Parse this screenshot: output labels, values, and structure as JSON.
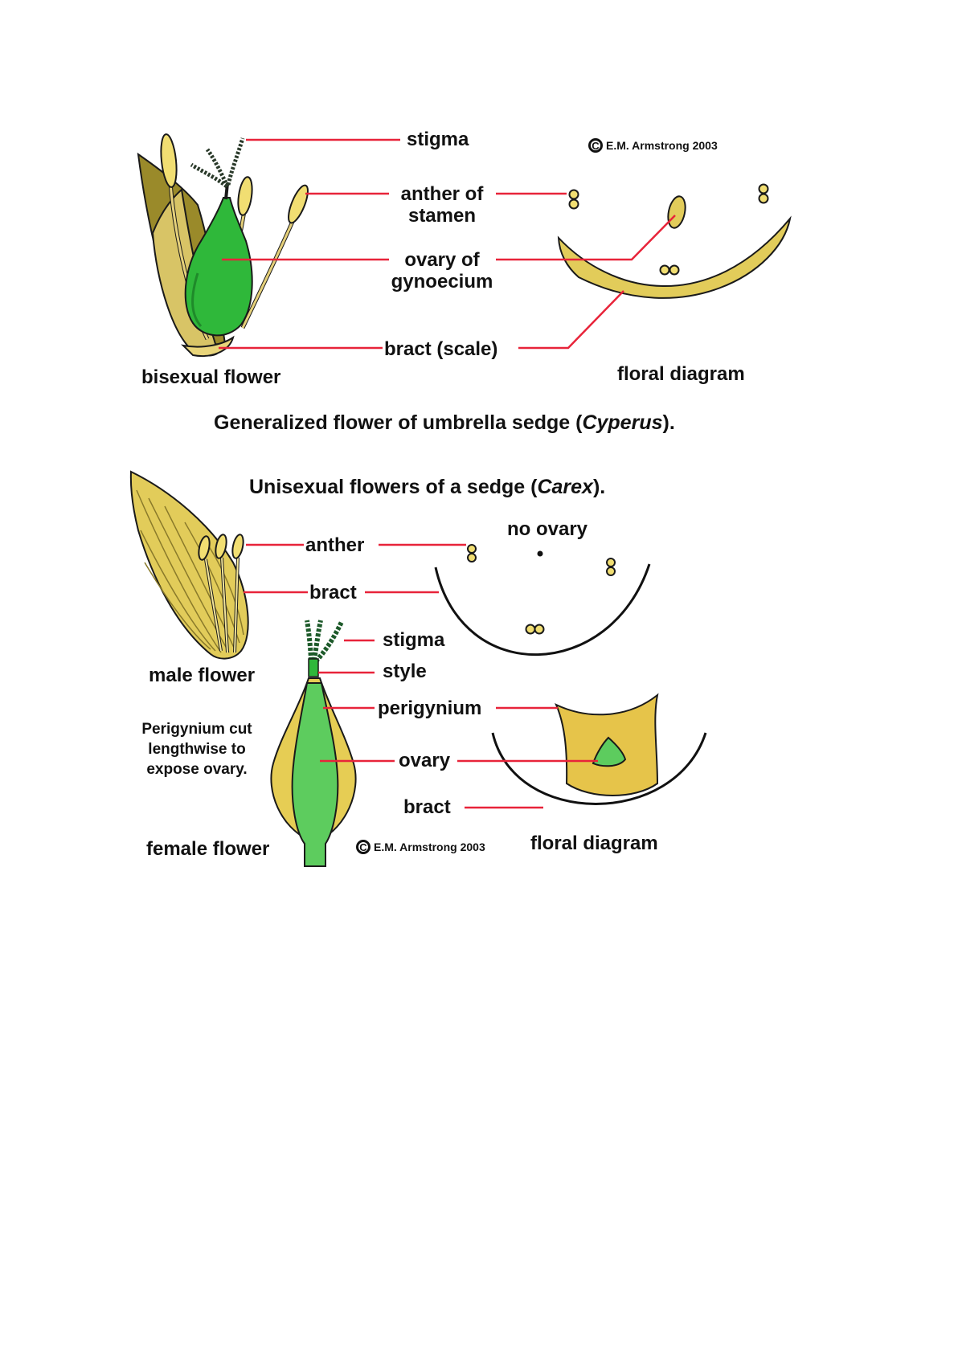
{
  "top": {
    "labels": {
      "stigma": "stigma",
      "anther_line1": "anther of",
      "anther_line2": "stamen",
      "ovary_line1": "ovary of",
      "ovary_line2": "gynoecium",
      "bract": "bract (scale)"
    },
    "copyright": {
      "symbol": "C",
      "text": "E.M. Armstrong 2003"
    },
    "caption_left": "bisexual flower",
    "caption_right": "floral diagram",
    "title_pre": "Generalized flower of umbrella sedge (",
    "title_genus": "Cyperus",
    "title_post": ")."
  },
  "bottom": {
    "title_pre": "Unisexual flowers of a sedge (",
    "title_genus": "Carex",
    "title_post": ").",
    "labels": {
      "no_ovary": "no ovary",
      "anther": "anther",
      "bract_male": "bract",
      "stigma": "stigma",
      "style": "style",
      "perigynium": "perigynium",
      "ovary": "ovary",
      "bract_female": "bract"
    },
    "caption_male": "male flower",
    "caption_female": "female flower",
    "caption_diagram": "floral diagram",
    "note": [
      "Perigynium cut",
      "lengthwise to",
      "expose ovary."
    ],
    "copyright": {
      "symbol": "C",
      "text": "E.M. Armstrong 2003"
    }
  },
  "colors": {
    "leader_line": "#e8243a",
    "ovary_green": "#2fb83a",
    "bract_yellow": "#e2cc5a",
    "bract_olive": "#9a8a2a",
    "anther_yellow": "#f1de72",
    "perigynium_yellow": "#e6cd54",
    "stigma_dark_green": "#1d5a2a"
  }
}
